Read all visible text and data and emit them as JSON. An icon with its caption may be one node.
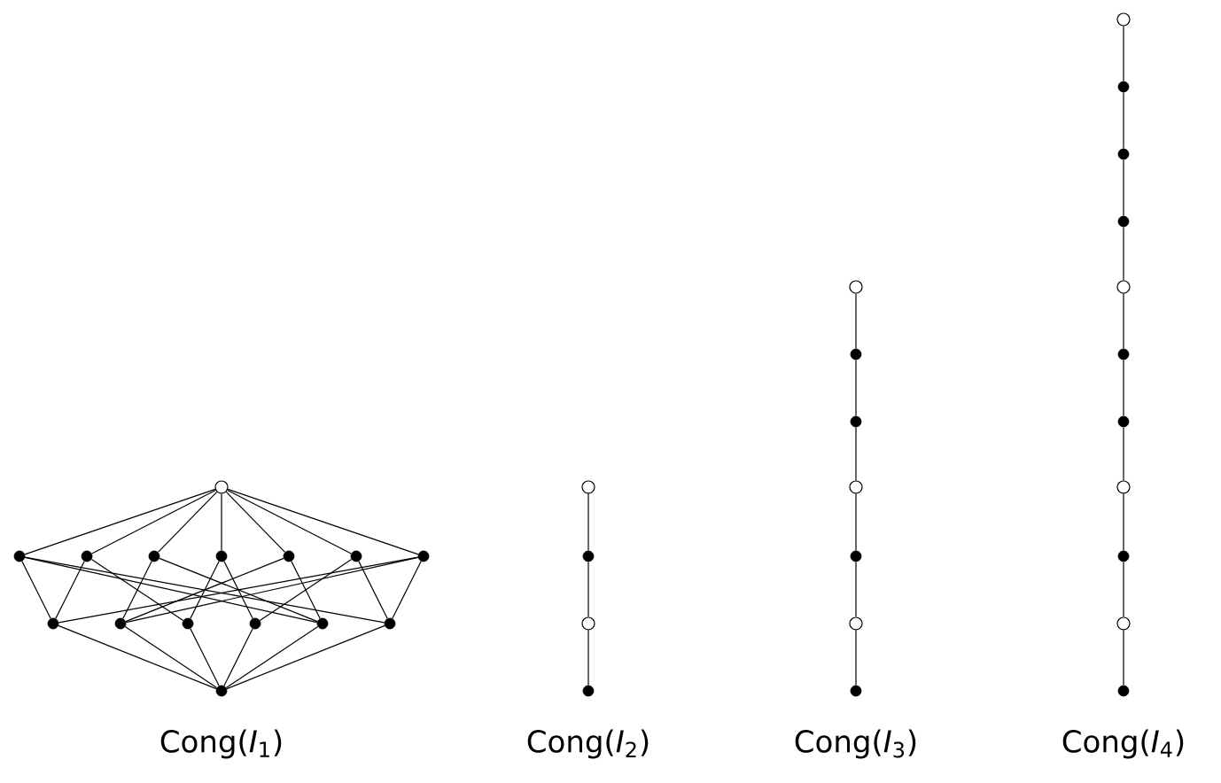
{
  "diagram": {
    "nodes": [
      {
        "text": [],
        "shape": "circle"
      },
      {
        "text": [],
        "shape": "dot"
      },
      {
        "text": [],
        "shape": "dot"
      },
      {
        "text": [],
        "shape": "dot"
      },
      {
        "text": [],
        "shape": "dot"
      },
      {
        "text": [],
        "shape": "dot"
      },
      {
        "text": [],
        "shape": "dot"
      },
      {
        "text": [],
        "shape": "dot"
      },
      {
        "text": [],
        "shape": "dot"
      },
      {
        "text": [],
        "shape": "dot"
      },
      {
        "text": [],
        "shape": "dot"
      },
      {
        "text": [],
        "shape": "dot"
      },
      {
        "text": [],
        "shape": "dot"
      },
      {
        "text": [],
        "shape": "dot"
      },
      {
        "text": [],
        "shape": "dot"
      },
      {
        "text": [],
        "shape": "circle"
      },
      {
        "text": [],
        "shape": "dot"
      },
      {
        "text": [],
        "shape": "circle"
      },
      {
        "text": [],
        "shape": "dot"
      },
      {
        "text": [],
        "shape": "circle"
      },
      {
        "text": [],
        "shape": "dot"
      },
      {
        "text": [],
        "shape": "dot"
      },
      {
        "text": [],
        "shape": "circle"
      },
      {
        "text": [],
        "shape": "dot"
      },
      {
        "text": [],
        "shape": "circle"
      },
      {
        "text": [],
        "shape": "dot"
      },
      {
        "text": [],
        "shape": "circle"
      },
      {
        "text": [],
        "shape": "dot"
      },
      {
        "text": [],
        "shape": "dot"
      },
      {
        "text": [],
        "shape": "dot"
      },
      {
        "text": [],
        "shape": "circle"
      },
      {
        "text": [],
        "shape": "dot"
      },
      {
        "text": [],
        "shape": "dot"
      },
      {
        "text": [],
        "shape": "circle"
      },
      {
        "text": [],
        "shape": "dot"
      },
      {
        "text": [],
        "shape": "circle"
      },
      {
        "text": [],
        "shape": "dot"
      }
    ],
    "edges": [
      {
        "from": 0,
        "to": 1,
        "arrow": "none"
      },
      {
        "from": 0,
        "to": 2,
        "arrow": "none"
      },
      {
        "from": 0,
        "to": 3,
        "arrow": "none"
      },
      {
        "from": 0,
        "to": 4,
        "arrow": "none"
      },
      {
        "from": 0,
        "to": 5,
        "arrow": "none"
      },
      {
        "from": 0,
        "to": 6,
        "arrow": "none"
      },
      {
        "from": 0,
        "to": 7,
        "arrow": "none"
      },
      {
        "from": 1,
        "to": 8,
        "arrow": "none"
      },
      {
        "from": 1,
        "to": 12,
        "arrow": "none"
      },
      {
        "from": 1,
        "to": 13,
        "arrow": "none"
      },
      {
        "from": 2,
        "to": 8,
        "arrow": "none"
      },
      {
        "from": 2,
        "to": 10,
        "arrow": "none"
      },
      {
        "from": 3,
        "to": 9,
        "arrow": "none"
      },
      {
        "from": 3,
        "to": 12,
        "arrow": "none"
      },
      {
        "from": 4,
        "to": 10,
        "arrow": "none"
      },
      {
        "from": 4,
        "to": 11,
        "arrow": "none"
      },
      {
        "from": 5,
        "to": 9,
        "arrow": "none"
      },
      {
        "from": 5,
        "to": 12,
        "arrow": "none"
      },
      {
        "from": 6,
        "to": 11,
        "arrow": "none"
      },
      {
        "from": 6,
        "to": 13,
        "arrow": "none"
      },
      {
        "from": 7,
        "to": 13,
        "arrow": "none"
      },
      {
        "from": 7,
        "to": 8,
        "arrow": "none"
      },
      {
        "from": 7,
        "to": 9,
        "arrow": "none"
      },
      {
        "from": 8,
        "to": 14,
        "arrow": "none"
      },
      {
        "from": 9,
        "to": 14,
        "arrow": "none"
      },
      {
        "from": 10,
        "to": 14,
        "arrow": "none"
      },
      {
        "from": 11,
        "to": 14,
        "arrow": "none"
      },
      {
        "from": 12,
        "to": 14,
        "arrow": "none"
      },
      {
        "from": 13,
        "to": 14,
        "arrow": "none"
      },
      {
        "from": 15,
        "to": 16,
        "arrow": "none"
      },
      {
        "from": 16,
        "to": 17,
        "arrow": "none"
      },
      {
        "from": 17,
        "to": 18,
        "arrow": "none"
      },
      {
        "from": 19,
        "to": 20,
        "arrow": "none"
      },
      {
        "from": 20,
        "to": 21,
        "arrow": "none"
      },
      {
        "from": 21,
        "to": 22,
        "arrow": "none"
      },
      {
        "from": 22,
        "to": 23,
        "arrow": "none"
      },
      {
        "from": 23,
        "to": 24,
        "arrow": "none"
      },
      {
        "from": 24,
        "to": 25,
        "arrow": "none"
      },
      {
        "from": 26,
        "to": 27,
        "arrow": "none"
      },
      {
        "from": 27,
        "to": 28,
        "arrow": "none"
      },
      {
        "from": 28,
        "to": 29,
        "arrow": "none"
      },
      {
        "from": 29,
        "to": 30,
        "arrow": "none"
      },
      {
        "from": 30,
        "to": 31,
        "arrow": "none"
      },
      {
        "from": 31,
        "to": 32,
        "arrow": "none"
      },
      {
        "from": 32,
        "to": 33,
        "arrow": "none"
      },
      {
        "from": 33,
        "to": 34,
        "arrow": "none"
      },
      {
        "from": 34,
        "to": 35,
        "arrow": "none"
      },
      {
        "from": 35,
        "to": 36,
        "arrow": "none"
      }
    ],
    "labels": [
      "Cong(*I*$_{1}$)",
      "Cong(*I*$_{2}$)",
      "Cong(*I*$_{3}$)",
      "Cong(*I*$_{4}$)"
    ]
  }
}
